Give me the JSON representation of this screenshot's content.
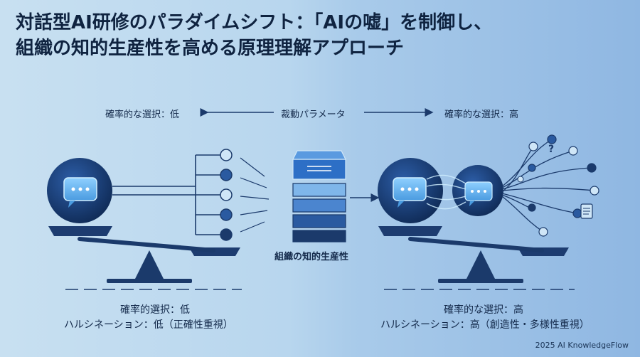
{
  "title": {
    "line1": "対話型AI研修のパラダイムシフト：「AIの嘘」を制御し、",
    "line2": "組織の知的生産性を高める原理理解アプローチ"
  },
  "slider": {
    "left_label": "確率的な選択：低",
    "center_label": "裁動パラメータ",
    "right_label": "確率的な選択：高"
  },
  "center": {
    "stack_label": "組織の知的生産性"
  },
  "left_caption": {
    "line1": "確率的選択：低",
    "line2": "ハルシネーション：低（正確性重視）"
  },
  "right_caption": {
    "line1": "確率的な選択：高",
    "line2": "ハルシネーション：高（創造性・多様性重視）"
  },
  "footer": {
    "copyright": "2025 AI KnowledgeFlow"
  },
  "colors": {
    "navy": "#1b3a6b",
    "accent": "#3b7bd4",
    "node_light": "#cfe6f7"
  },
  "icons": [
    "chat-bubble-icon",
    "server-stack-icon",
    "document-icon",
    "question-mark-icon",
    "balance-scale-icon"
  ]
}
